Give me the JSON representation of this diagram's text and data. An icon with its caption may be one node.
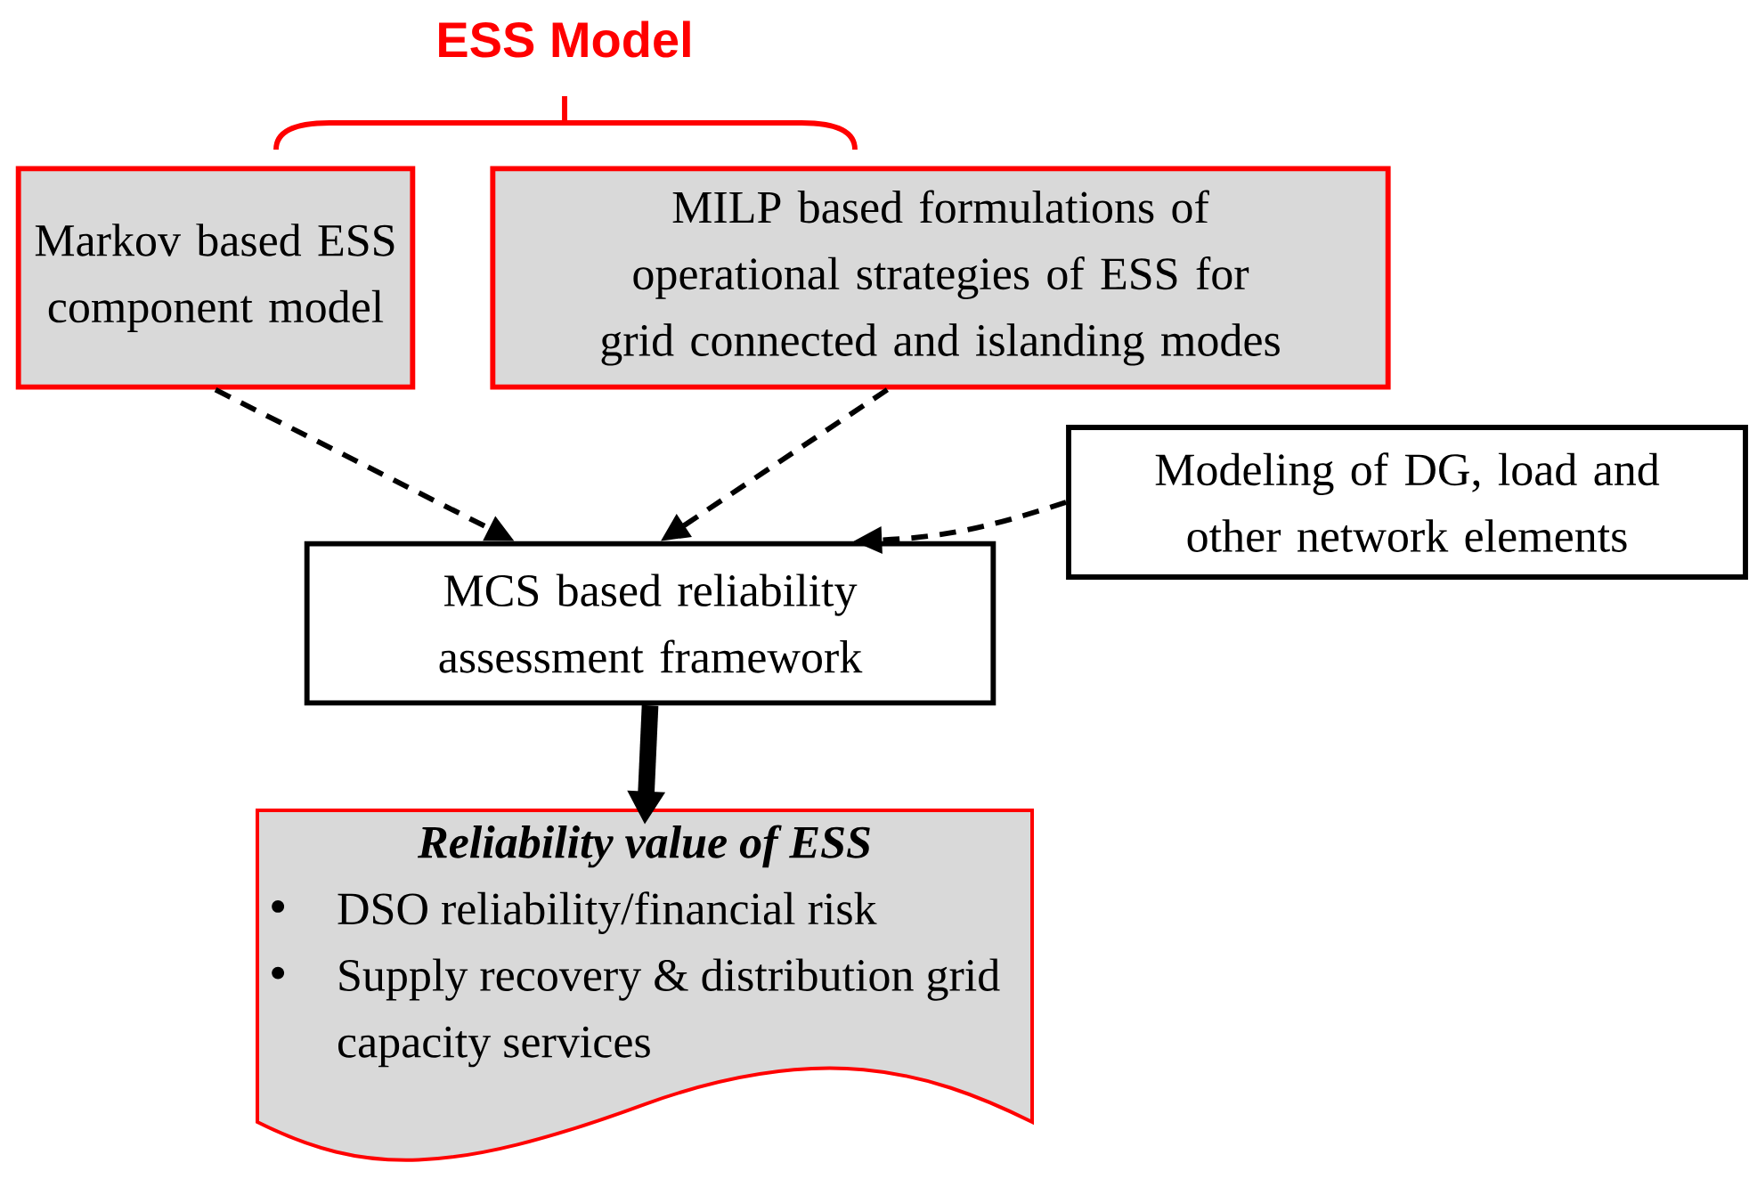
{
  "diagram": {
    "title": "ESS Model",
    "nodes": [
      {
        "text": [
          "Markov based ESS component model"
        ]
      },
      {
        "text": [
          "MILP based formulations of operational strategies of ESS for grid connected and islanding modes"
        ]
      },
      {
        "text": [
          "Modeling of DG, load and other network elements"
        ]
      },
      {
        "text": [
          "MCS based reliability assessment framework"
        ]
      },
      {
        "text": [
          "Reliability value of ESS",
          "DSO reliability/financial risk",
          "Supply recovery & distribution grid capacity services"
        ]
      }
    ],
    "edges": [
      {
        "from": 0,
        "to": 3,
        "arrow": "to",
        "style": "dashed"
      },
      {
        "from": 1,
        "to": 3,
        "arrow": "to",
        "style": "dashed"
      },
      {
        "from": 2,
        "to": 3,
        "arrow": "to",
        "style": "dashed"
      },
      {
        "from": 3,
        "to": 4,
        "arrow": "to",
        "style": "thick"
      }
    ]
  }
}
